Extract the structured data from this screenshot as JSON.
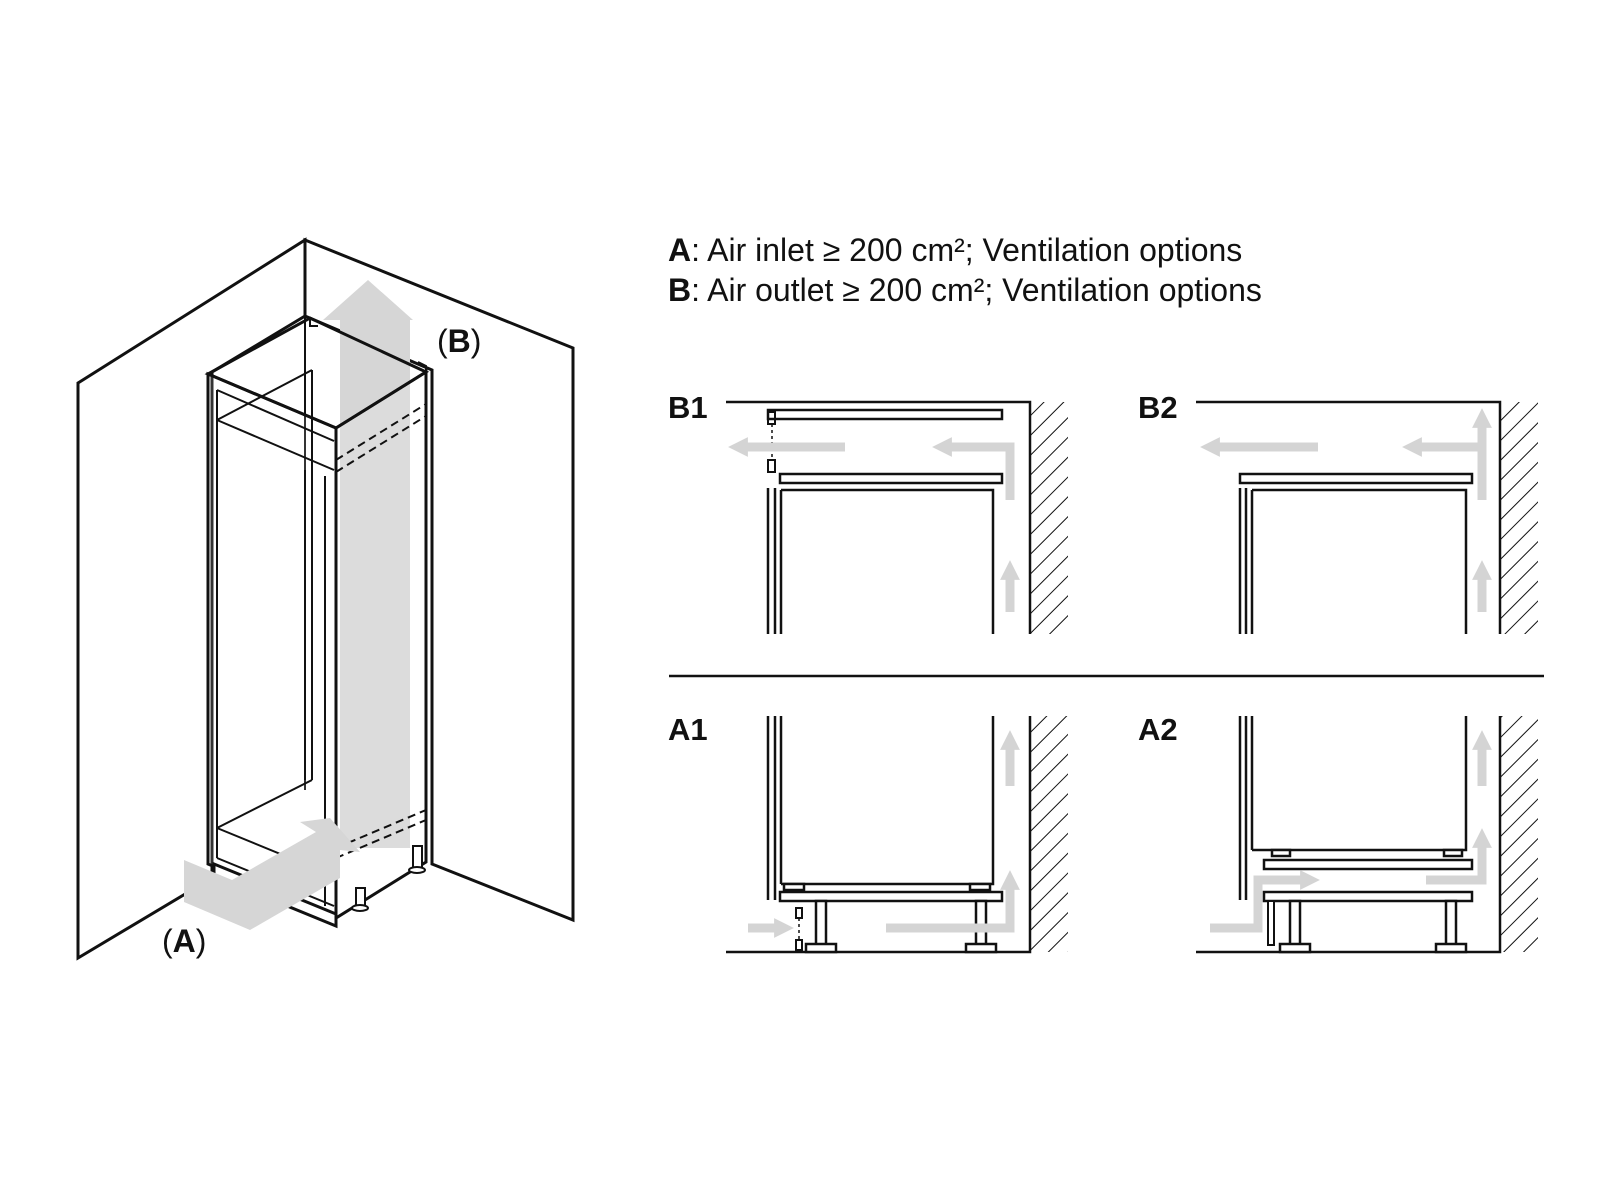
{
  "legend": {
    "a_key": "A",
    "a_text": ": Air inlet ≥ 200 cm²; Ventilation options",
    "b_key": "B",
    "b_text": ": Air outlet ≥ 200 cm²; Ventilation options"
  },
  "iso_labels": {
    "a_open": "(",
    "a_key": "A",
    "a_close": ")",
    "b_open": "(",
    "b_key": "B",
    "b_close": ")"
  },
  "panels": {
    "b1": "B1",
    "b2": "B2",
    "a1": "A1",
    "a2": "A2"
  },
  "colors": {
    "line": "#111111",
    "airflow_arrow": "#d4d4d4",
    "background": "#ffffff"
  },
  "icons": {
    "airflow": "airflow-arrow",
    "wall": "hatched-wall"
  }
}
